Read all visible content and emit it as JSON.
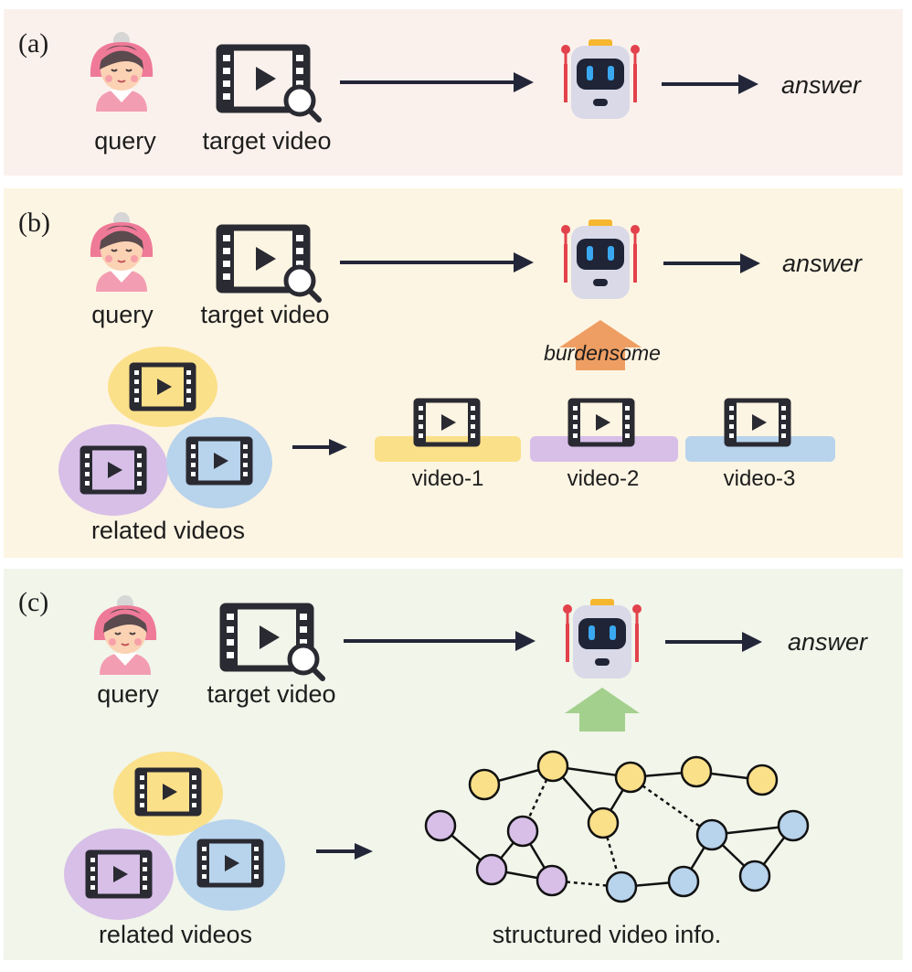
{
  "colors": {
    "panel_a_bg": "#fbf1ec",
    "panel_b_bg": "#fdf5e3",
    "panel_c_bg": "#f1f5ea",
    "arrow": "#232638",
    "video_yellow": "#fbe08a",
    "video_purple": "#d7bfe8",
    "video_blue": "#b8d3ec",
    "burden_arrow": "#ef9e63",
    "green_arrow": "#a4d08d"
  },
  "panel_a": {
    "tag": "(a)",
    "query_label": "query",
    "video_label": "target video",
    "answer_label": "answer"
  },
  "panel_b": {
    "tag": "(b)",
    "query_label": "query",
    "video_label": "target video",
    "answer_label": "answer",
    "burden_label": "burdensome",
    "related_label": "related videos",
    "videos": [
      "video-1",
      "video-2",
      "video-3"
    ]
  },
  "panel_c": {
    "tag": "(c)",
    "query_label": "query",
    "video_label": "target video",
    "answer_label": "answer",
    "related_label": "related videos",
    "graph_label": "structured video info."
  },
  "icons": [
    "user-avatar-icon",
    "film-search-icon",
    "robot-icon",
    "film-icon"
  ]
}
